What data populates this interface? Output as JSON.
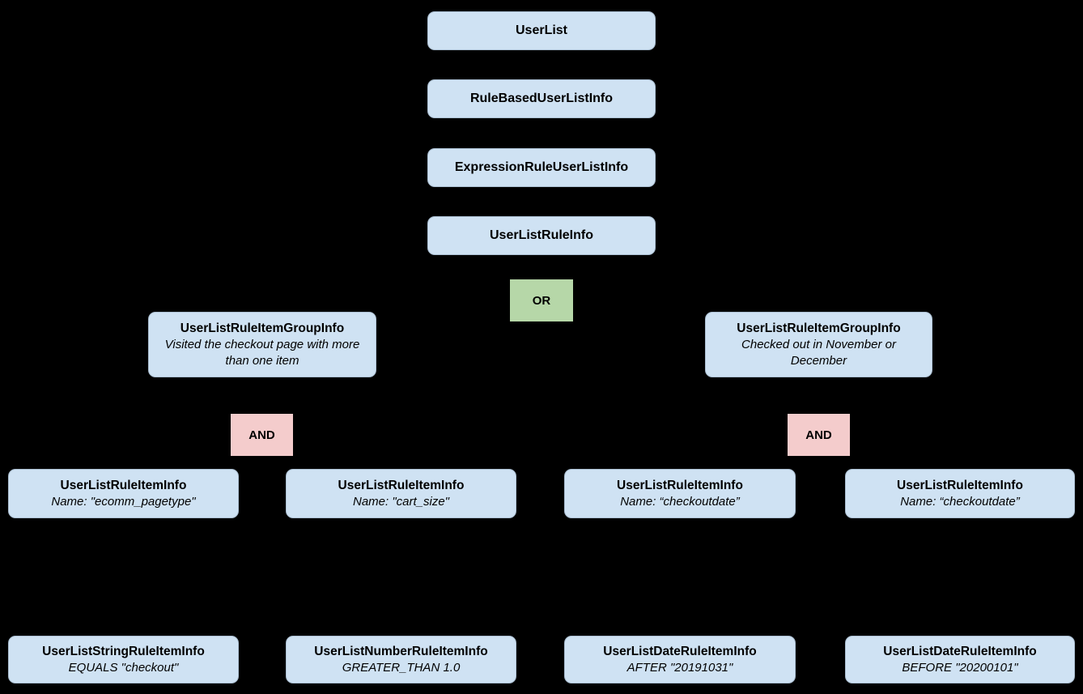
{
  "diagram": {
    "background_color": "#000000",
    "node_fill_color": "#cfe2f3",
    "or_fill_color": "#b6d7a8",
    "and_fill_color": "#f4cccc",
    "chain": [
      {
        "label": "UserList"
      },
      {
        "label": "RuleBasedUserListInfo"
      },
      {
        "label": "ExpressionRuleUserListInfo"
      },
      {
        "label": "UserListRuleInfo"
      }
    ],
    "or_label": "OR",
    "and_label": "AND",
    "groups": [
      {
        "title": "UserListRuleItemGroupInfo",
        "description": "Visited the checkout page with more than one item"
      },
      {
        "title": "UserListRuleItemGroupInfo",
        "description": "Checked out in November or December"
      }
    ],
    "rule_items": [
      {
        "title": "UserListRuleItemInfo",
        "description": "Name: \"ecomm_pagetype\""
      },
      {
        "title": "UserListRuleItemInfo",
        "description": "Name: \"cart_size\""
      },
      {
        "title": "UserListRuleItemInfo",
        "description": "Name: “checkoutdate”"
      },
      {
        "title": "UserListRuleItemInfo",
        "description": "Name: “checkoutdate”"
      }
    ],
    "leaf_items": [
      {
        "title": "UserListStringRuleItemInfo",
        "description": "EQUALS \"checkout\""
      },
      {
        "title": "UserListNumberRuleItemInfo",
        "description": "GREATER_THAN 1.0"
      },
      {
        "title": "UserListDateRuleItemInfo",
        "description": "AFTER \"20191031\""
      },
      {
        "title": "UserListDateRuleItemInfo",
        "description": "BEFORE \"20200101\""
      }
    ]
  }
}
